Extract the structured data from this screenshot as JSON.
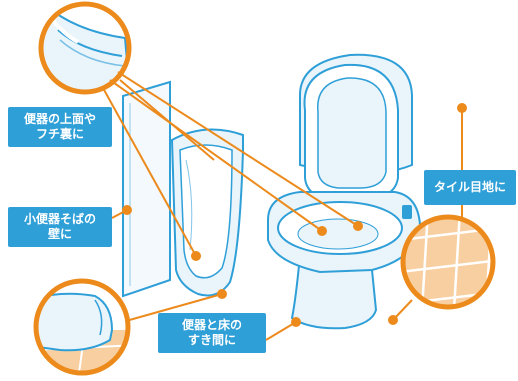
{
  "labels": {
    "top": {
      "line1": "便器の上面や",
      "line2": "フチ裏に"
    },
    "wall": {
      "line1": "小便器そばの",
      "line2": "壁に"
    },
    "floor": {
      "line1": "便器と床の",
      "line2": "すき間に"
    },
    "tile": {
      "line1": "タイル目地に"
    }
  },
  "colors": {
    "accent_orange": "#ec8a1c",
    "label_blue": "#2f9fd8",
    "outline_blue": "#2f9fd8",
    "fixture_fill": "#eaf4fb",
    "tile_fill": "#f8cfa0"
  }
}
